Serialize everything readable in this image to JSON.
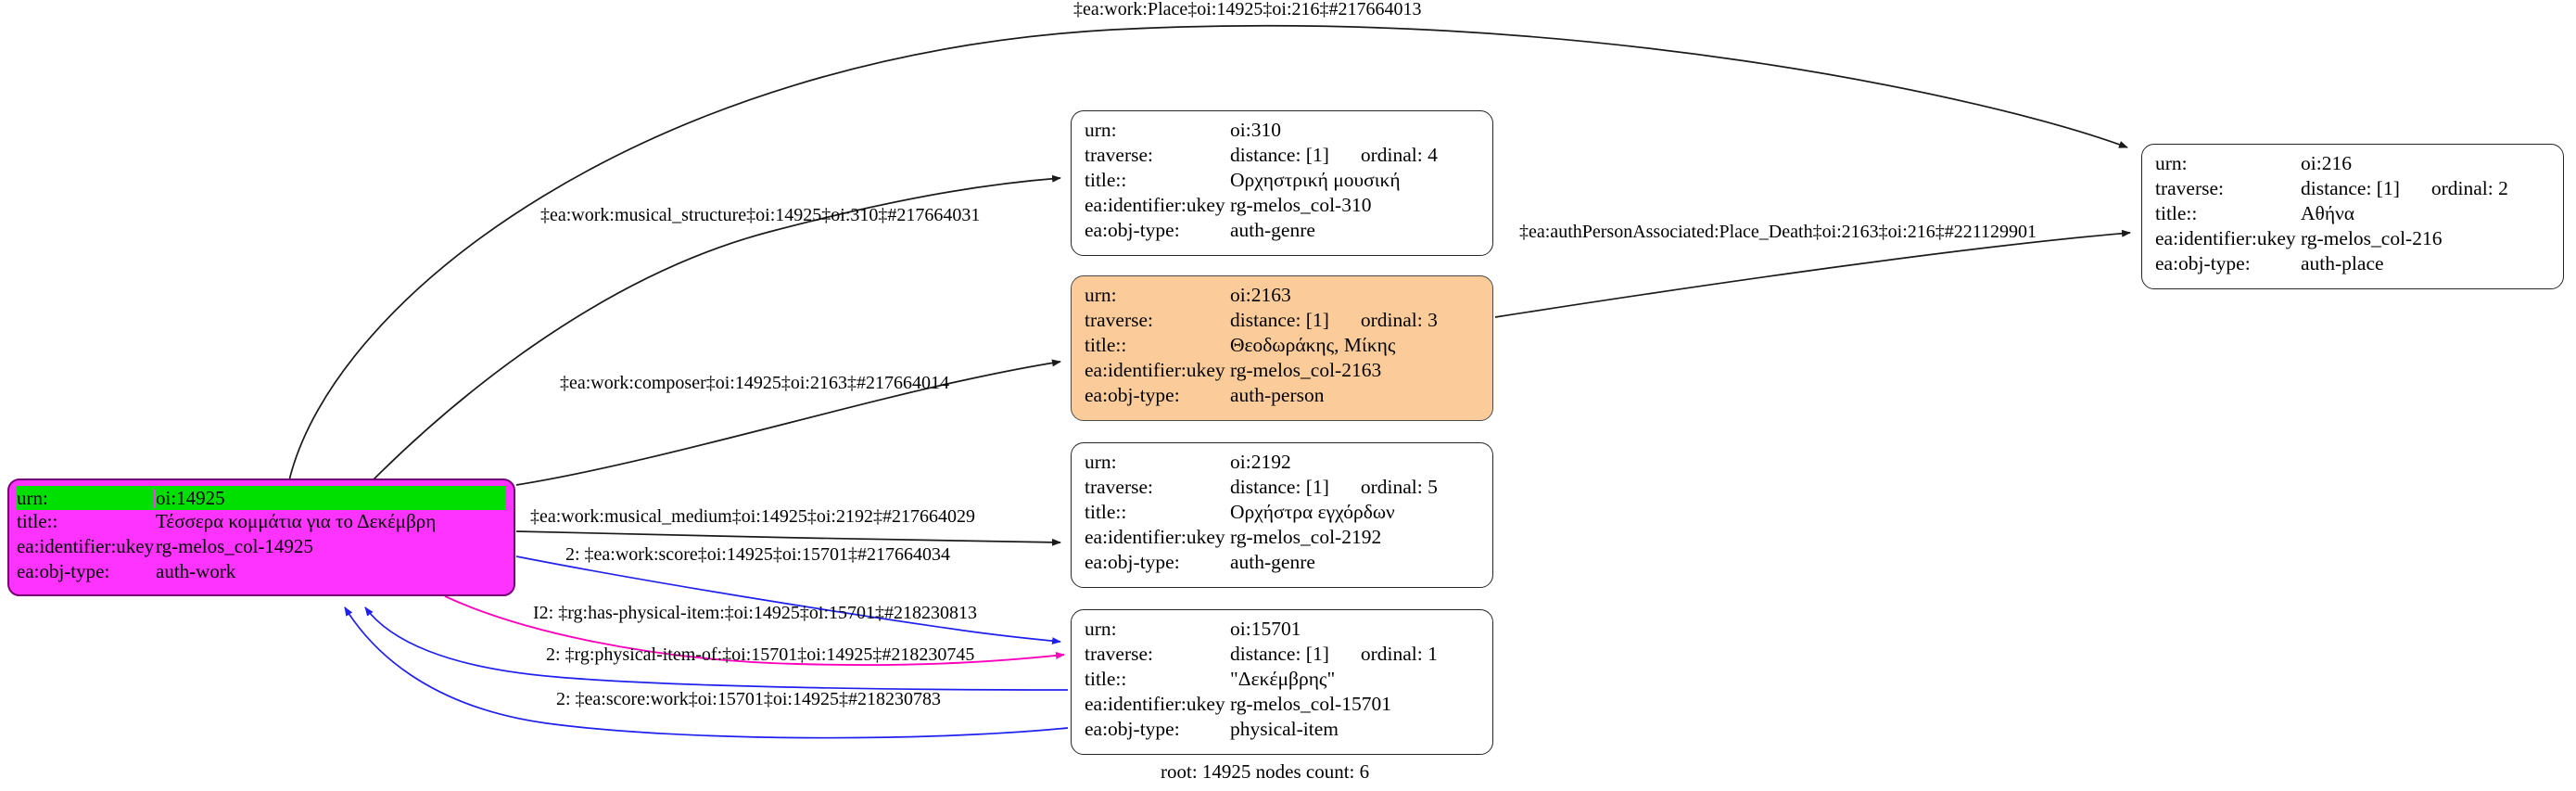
{
  "graph": {
    "caption": "root: 14925 nodes count: 6",
    "colors": {
      "root_fill": "#ff33ff",
      "root_highlight": "#00e000",
      "person_fill": "#fbcc9a",
      "default_fill": "#ffffff",
      "edge_default": "#1a1a1a",
      "edge_blue": "#2020ee",
      "edge_magenta": "#ff00bb"
    },
    "field_labels": {
      "urn": "urn:",
      "traverse": "traverse:",
      "title": "title::",
      "ukey": "ea:identifier:ukey",
      "objtype": "ea:obj-type:"
    },
    "nodes": [
      {
        "id": "root",
        "urn": "oi:14925",
        "traverse": null,
        "title": "Τέσσερα κομμάτια για το Δεκέμβρη",
        "ukey": "rg-melos_col-14925",
        "objtype": "auth-work"
      },
      {
        "id": "n310",
        "urn": "oi:310",
        "traverse": {
          "distance": "distance: [1]",
          "ordinal": "ordinal: 4"
        },
        "title": "Ορχηστρική μουσική",
        "ukey": "rg-melos_col-310",
        "objtype": "auth-genre"
      },
      {
        "id": "n2163",
        "urn": "oi:2163",
        "traverse": {
          "distance": "distance: [1]",
          "ordinal": "ordinal: 3"
        },
        "title": "Θεοδωράκης, Μίκης",
        "ukey": "rg-melos_col-2163",
        "objtype": "auth-person"
      },
      {
        "id": "n2192",
        "urn": "oi:2192",
        "traverse": {
          "distance": "distance: [1]",
          "ordinal": "ordinal: 5"
        },
        "title": "Ορχήστρα εγχόρδων",
        "ukey": "rg-melos_col-2192",
        "objtype": "auth-genre"
      },
      {
        "id": "n15701",
        "urn": "oi:15701",
        "traverse": {
          "distance": "distance: [1]",
          "ordinal": "ordinal: 1"
        },
        "title": "\"Δεκέμβρης\"",
        "ukey": "rg-melos_col-15701",
        "objtype": "physical-item"
      },
      {
        "id": "n216",
        "urn": "oi:216",
        "traverse": {
          "distance": "distance: [1]",
          "ordinal": "ordinal: 2"
        },
        "title": "Αθήνα",
        "ukey": "rg-melos_col-216",
        "objtype": "auth-place"
      }
    ],
    "edges": [
      {
        "id": "e-place",
        "label": "‡ea:work:Place‡oi:14925‡oi:216‡#217664013",
        "from": "root",
        "to": "n216",
        "color": "#1a1a1a"
      },
      {
        "id": "e-musical-structure",
        "label": "‡ea:work:musical_structure‡oi:14925‡oi:310‡#217664031",
        "from": "root",
        "to": "n310",
        "color": "#1a1a1a"
      },
      {
        "id": "e-composer",
        "label": "‡ea:work:composer‡oi:14925‡oi:2163‡#217664014",
        "from": "root",
        "to": "n2163",
        "color": "#1a1a1a"
      },
      {
        "id": "e-musical-medium",
        "label": "‡ea:work:musical_medium‡oi:14925‡oi:2192‡#217664029",
        "from": "root",
        "to": "n2192",
        "color": "#1a1a1a"
      },
      {
        "id": "e-work-score",
        "label": "2: ‡ea:work:score‡oi:14925‡oi:15701‡#217664034",
        "from": "root",
        "to": "n15701",
        "color": "#2020ee"
      },
      {
        "id": "e-has-physical-item",
        "label": "I2: ‡rg:has-physical-item:‡oi:14925‡oi:15701‡#218230813",
        "from": "root",
        "to": "n15701",
        "color": "#ff00bb"
      },
      {
        "id": "e-physical-item-of",
        "label": "2: ‡rg:physical-item-of:‡oi:15701‡oi:14925‡#218230745",
        "from": "n15701",
        "to": "root",
        "color": "#2020ee"
      },
      {
        "id": "e-score-work",
        "label": "2: ‡ea:score:work‡oi:15701‡oi:14925‡#218230783",
        "from": "n15701",
        "to": "root",
        "color": "#2020ee"
      },
      {
        "id": "e-place-death",
        "label": "‡ea:authPersonAssociated:Place_Death‡oi:2163‡oi:216‡#221129901",
        "from": "n2163",
        "to": "n216",
        "color": "#1a1a1a"
      }
    ]
  }
}
